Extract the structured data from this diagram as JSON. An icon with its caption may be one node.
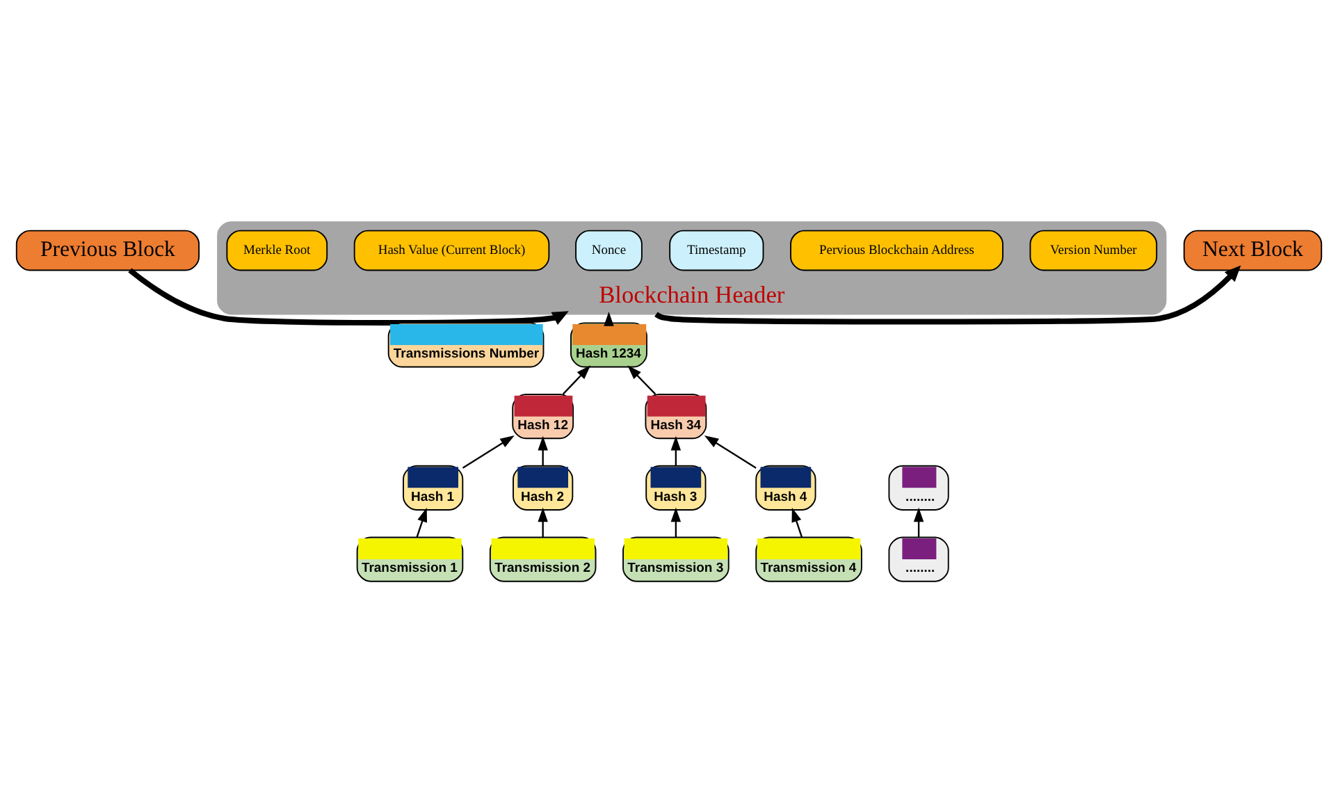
{
  "diagram": {
    "nodes": [
      {
        "text": [
          "Previous Block"
        ]
      },
      {
        "text": [
          "Blockchain Header"
        ]
      },
      {
        "text": [
          "Version Number"
        ],
        "in": 1
      },
      {
        "text": [
          "Pervious Blockchain Address"
        ],
        "in": 1
      },
      {
        "text": [
          "Timestamp"
        ],
        "in": 1
      },
      {
        "text": [
          "Nonce"
        ],
        "in": 1
      },
      {
        "text": [
          "Hash Value (Current Block)"
        ],
        "in": 1
      },
      {
        "text": [
          "Merkle Root"
        ],
        "in": 1
      },
      {
        "text": [
          "Next Block"
        ]
      },
      {
        "text": [
          "Transmissions Number"
        ]
      },
      {
        "text": [
          "Hash 1234"
        ]
      },
      {
        "text": [
          "Hash 12"
        ]
      },
      {
        "text": [
          "Hash 34"
        ]
      },
      {
        "text": [
          "Hash 1"
        ]
      },
      {
        "text": [
          "Hash 2"
        ]
      },
      {
        "text": [
          "Hash 3"
        ]
      },
      {
        "text": [
          "Hash 4"
        ]
      },
      {
        "text": [
          "........"
        ]
      },
      {
        "text": [
          "Transmission 1"
        ]
      },
      {
        "text": [
          "Transmission 2"
        ]
      },
      {
        "text": [
          "Transmission 3"
        ]
      },
      {
        "text": [
          "Transmission 4"
        ]
      },
      {
        "text": [
          "........"
        ]
      }
    ],
    "edges": [
      {
        "from": 0,
        "to": 1,
        "arrow": "to",
        "style": "thick"
      },
      {
        "from": 1,
        "to": 8,
        "arrow": "to",
        "style": "thick"
      },
      {
        "from": 10,
        "to": 1,
        "arrow": "to"
      },
      {
        "from": 11,
        "to": 10,
        "arrow": "to"
      },
      {
        "from": 12,
        "to": 10,
        "arrow": "to"
      },
      {
        "from": 13,
        "to": 11,
        "arrow": "to"
      },
      {
        "from": 14,
        "to": 11,
        "arrow": "to"
      },
      {
        "from": 15,
        "to": 12,
        "arrow": "to"
      },
      {
        "from": 16,
        "to": 12,
        "arrow": "to"
      },
      {
        "from": 18,
        "to": 13,
        "arrow": "to"
      },
      {
        "from": 19,
        "to": 14,
        "arrow": "to"
      },
      {
        "from": 20,
        "to": 15,
        "arrow": "to"
      },
      {
        "from": 21,
        "to": 16,
        "arrow": "to"
      },
      {
        "from": 22,
        "to": 17,
        "arrow": "to"
      }
    ]
  }
}
